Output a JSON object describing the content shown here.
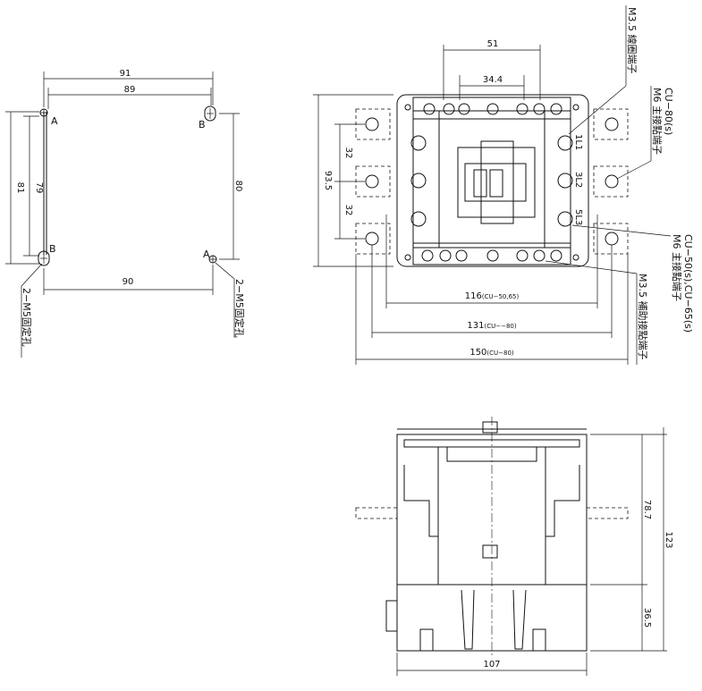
{
  "mounting_plate": {
    "dim_top_outer": "91",
    "dim_top_inner": "89",
    "dim_bottom": "90",
    "dim_left_outer": "81",
    "dim_left_inner": "79",
    "dim_right": "80",
    "hole_a": "A",
    "hole_b": "B",
    "hole_note_left": "2−M5固定孔",
    "hole_note_right": "2−M5固定孔"
  },
  "front_view": {
    "dim_top_outer": "51",
    "dim_top_inner": "34.4",
    "dim_height": "93.5",
    "dim_pitch_1": "32",
    "dim_pitch_2": "32",
    "dim_width_1": "116",
    "dim_width_1_note": "(CU−50,65)",
    "dim_width_2": "131",
    "dim_width_2_note": "(CU−−80)",
    "dim_width_3": "150",
    "dim_width_3_note": "(CU−80)",
    "term_1": "1L1",
    "term_2": "3L2",
    "term_3": "5L3",
    "note_coil": "M3.5 線圈端子",
    "note_main_80": "M6 主接點端子",
    "note_main_80_model": "CU−80(s)",
    "note_main_50": "M6 主接點端子",
    "note_main_50_model": "CU−50(s),CU−65(s)",
    "note_aux": "M3.5 補助接點端子"
  },
  "side_view": {
    "dim_upper": "78.7",
    "dim_lower": "36.5",
    "dim_total": "123",
    "dim_width": "107"
  }
}
